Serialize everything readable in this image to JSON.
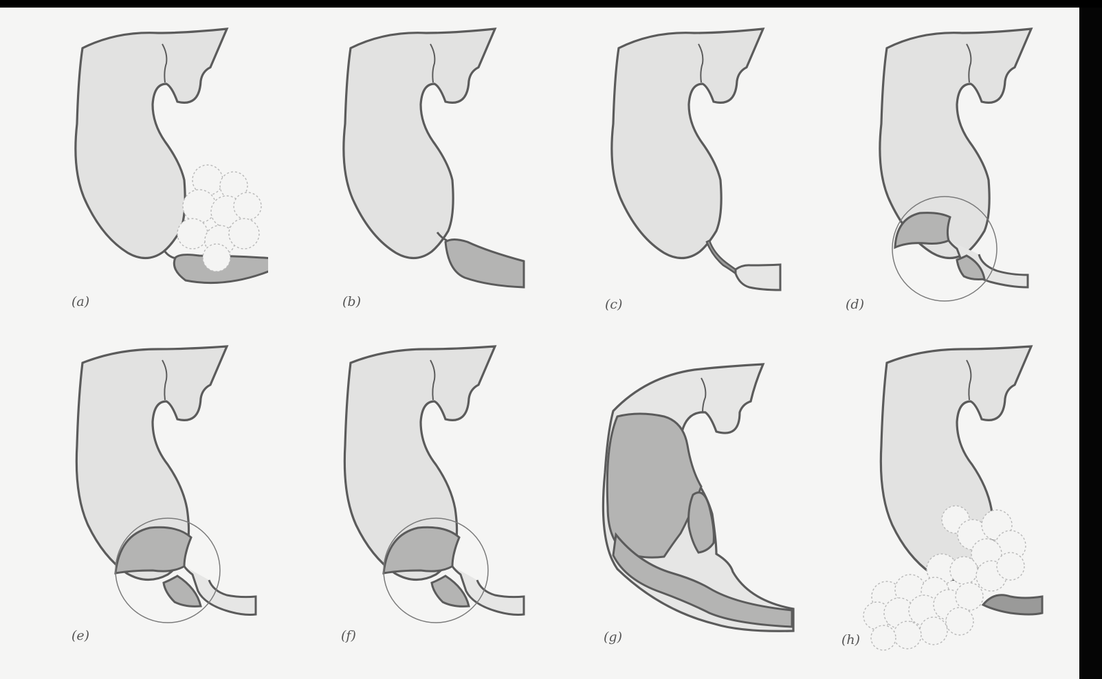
{
  "panels": [
    {
      "id": "a",
      "label": "(a)"
    },
    {
      "id": "b",
      "label": "(b)"
    },
    {
      "id": "c",
      "label": "(c)"
    },
    {
      "id": "d",
      "label": "(d)"
    },
    {
      "id": "e",
      "label": "(e)"
    },
    {
      "id": "f",
      "label": "(f)"
    },
    {
      "id": "g",
      "label": "(g)"
    },
    {
      "id": "h",
      "label": "(h)"
    }
  ],
  "colors": {
    "page": "#f5f5f4",
    "stomach_fill": "#e2e2e1",
    "outline": "#5b5b5b",
    "duodenum_dark": "#a9a9a8",
    "thickened_wall": "#c2c2c1",
    "dotted_mass": "#b8b8b8"
  }
}
